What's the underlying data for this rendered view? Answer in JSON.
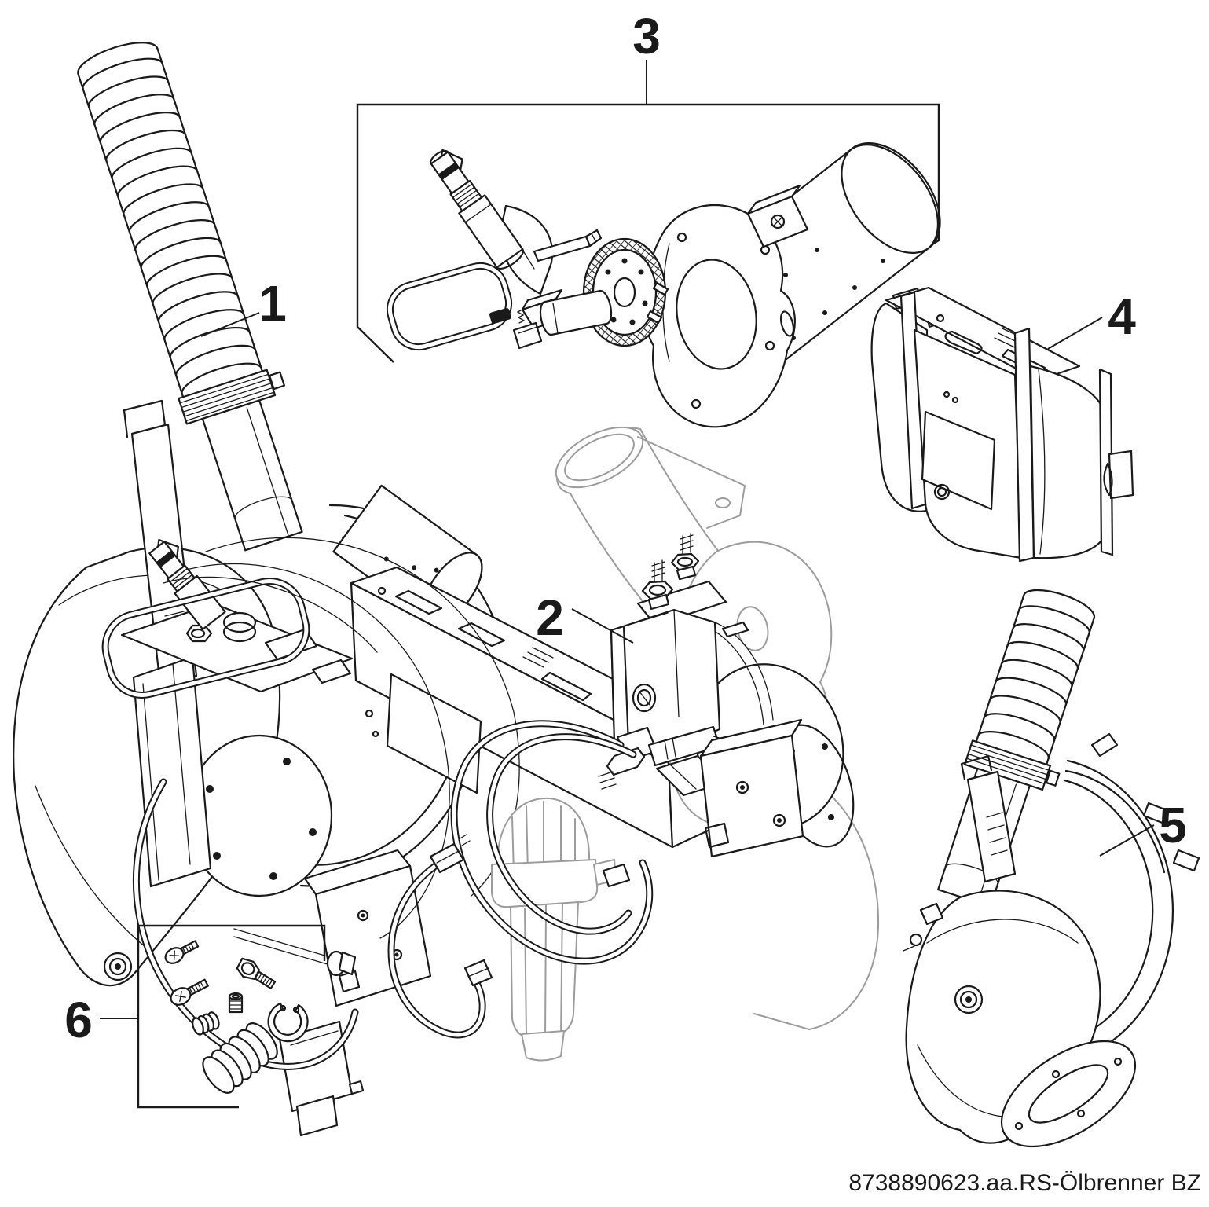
{
  "diagram": {
    "type": "exploded-parts-diagram",
    "footer_code": "8738890623.aa.RS-Ölbrenner BZ",
    "background_color": "#ffffff",
    "line_color": "#1a1a1a",
    "secondary_line_color": "#9c9c9c",
    "callouts": [
      {
        "number": "1"
      },
      {
        "number": "2"
      },
      {
        "number": "3"
      },
      {
        "number": "4"
      },
      {
        "number": "5"
      },
      {
        "number": "6"
      }
    ]
  }
}
